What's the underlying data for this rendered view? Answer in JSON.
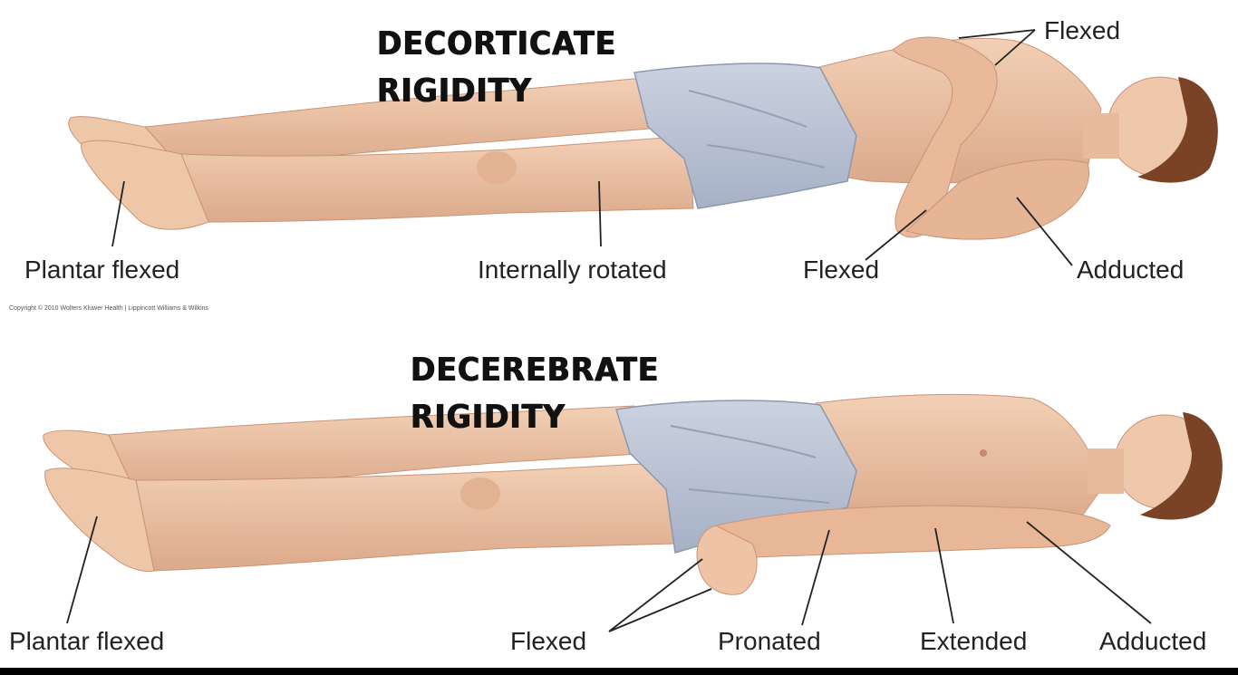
{
  "decorticate": {
    "title_line1": "DECORTICATE",
    "title_line2": "RIGIDITY",
    "labels": {
      "flexed_top": "Flexed",
      "plantar_flexed": "Plantar flexed",
      "internally_rotated": "Internally rotated",
      "flexed_arm": "Flexed",
      "adducted": "Adducted"
    }
  },
  "decerebrate": {
    "title_line1": "DECEREBRATE",
    "title_line2": "RIGIDITY",
    "labels": {
      "plantar_flexed": "Plantar flexed",
      "flexed": "Flexed",
      "pronated": "Pronated",
      "extended": "Extended",
      "adducted": "Adducted"
    }
  },
  "copyright": "Copyright © 2010 Wolters Kluwer Health | Lippincott Williams & Wilkins",
  "colors": {
    "skin": "#ecc2a3",
    "skin_shadow": "#d9a485",
    "shorts": "#b9c2d4",
    "hair": "#7a4326",
    "line": "#222222"
  }
}
